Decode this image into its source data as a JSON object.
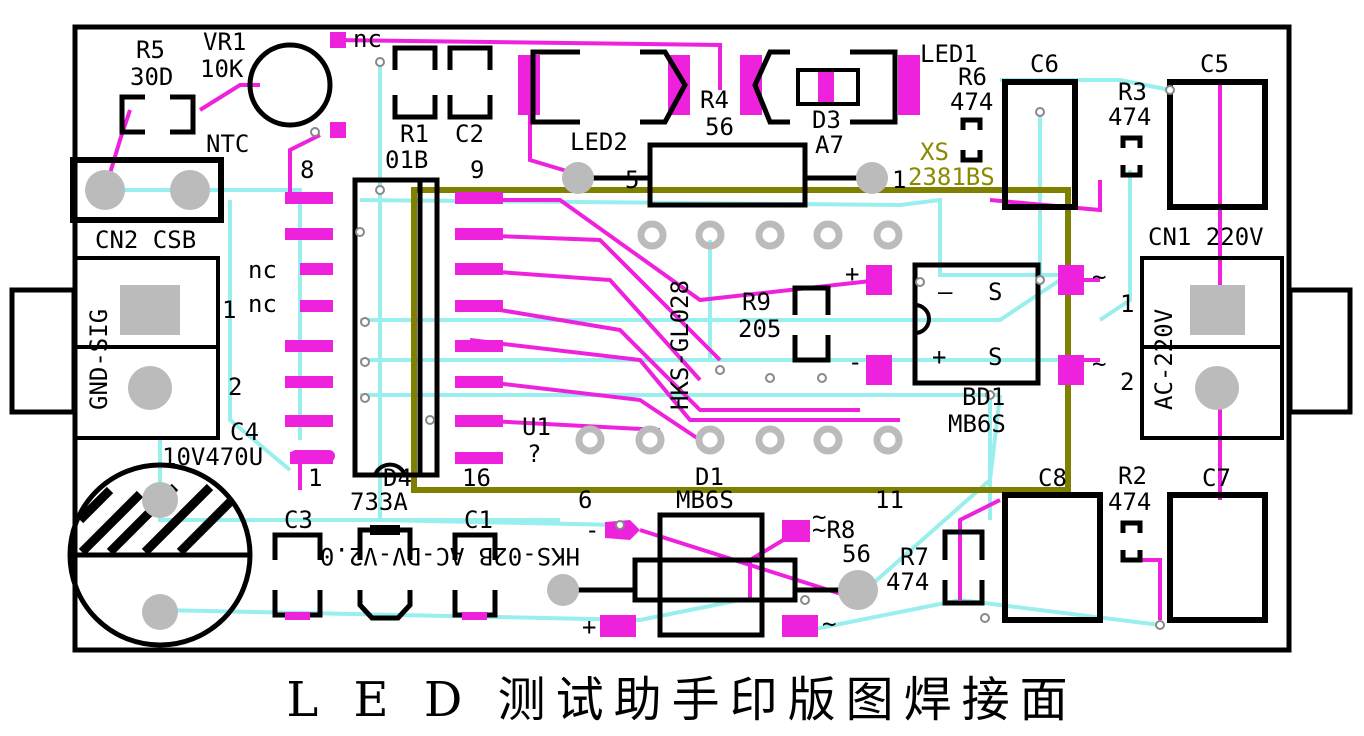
{
  "title": "L E D 测试助手印版图焊接面",
  "colors": {
    "trace_top": "#ee22dd",
    "trace_bottom": "#99eeee",
    "silkscreen": "#000000",
    "module_outline": "#808000",
    "pad": "#bbbbbb"
  },
  "labels": {
    "r5": "R5",
    "r5_val": "30D",
    "vr1": "VR1",
    "vr1_val": "10K",
    "nc_top": "nc",
    "ntc": "NTC",
    "r1": "R1",
    "c2": "C2",
    "r4": "R4",
    "r4_val": "56",
    "led1": "LED1",
    "led2": "LED2",
    "d3": "D3",
    "d3_val": "A7",
    "r6": "R6",
    "r6_val": "474",
    "c6": "C6",
    "r3": "R3",
    "r3_val": "474",
    "c5": "C5",
    "ic_pin8": "8",
    "ic_code": "01B",
    "ic_pin9": "9",
    "pin_5": "5",
    "pin_1": "1",
    "xs": "XS",
    "xs_val": "2381BS",
    "cn2": "CN2 CSB",
    "cn1": "CN1 220V",
    "nc1": "nc",
    "nc2": "nc",
    "gnd_sig": "GND-SIG",
    "cn2_pin1": "1",
    "cn2_pin2": "2",
    "hks_gl028": "HKS-GL028",
    "r9": "R9",
    "r9_val": "205",
    "plus_bd": "+",
    "minus_bd": "-",
    "tilde1": "~",
    "tilde2": "~",
    "cn1_pin1": "1",
    "cn1_pin2": "2",
    "ac_220v": "AC-220V",
    "bd1": "BD1",
    "bd1_val": "MB6S",
    "c4": "C4",
    "c4_val": "10V470U",
    "u1": "U1",
    "u1_val": "?",
    "pin_1b": "1",
    "pin_16": "16",
    "d4": "D4",
    "d4_val": "733A",
    "pin_6": "6",
    "pin_11": "11",
    "d1": "D1",
    "d1_val": "MB6S",
    "c8": "C8",
    "r2": "R2",
    "r2_val": "474",
    "c7": "C7",
    "c3": "C3",
    "c1": "C1",
    "mirror_text": "HKS-02B AC-DV-V2.0",
    "r8": "~R8",
    "r8_val": "56",
    "r7": "R7",
    "r7_val": "474",
    "plus_d1": "+",
    "minus_d1": "-",
    "tilde_d1": "~",
    "tilde_d1b": "~"
  }
}
